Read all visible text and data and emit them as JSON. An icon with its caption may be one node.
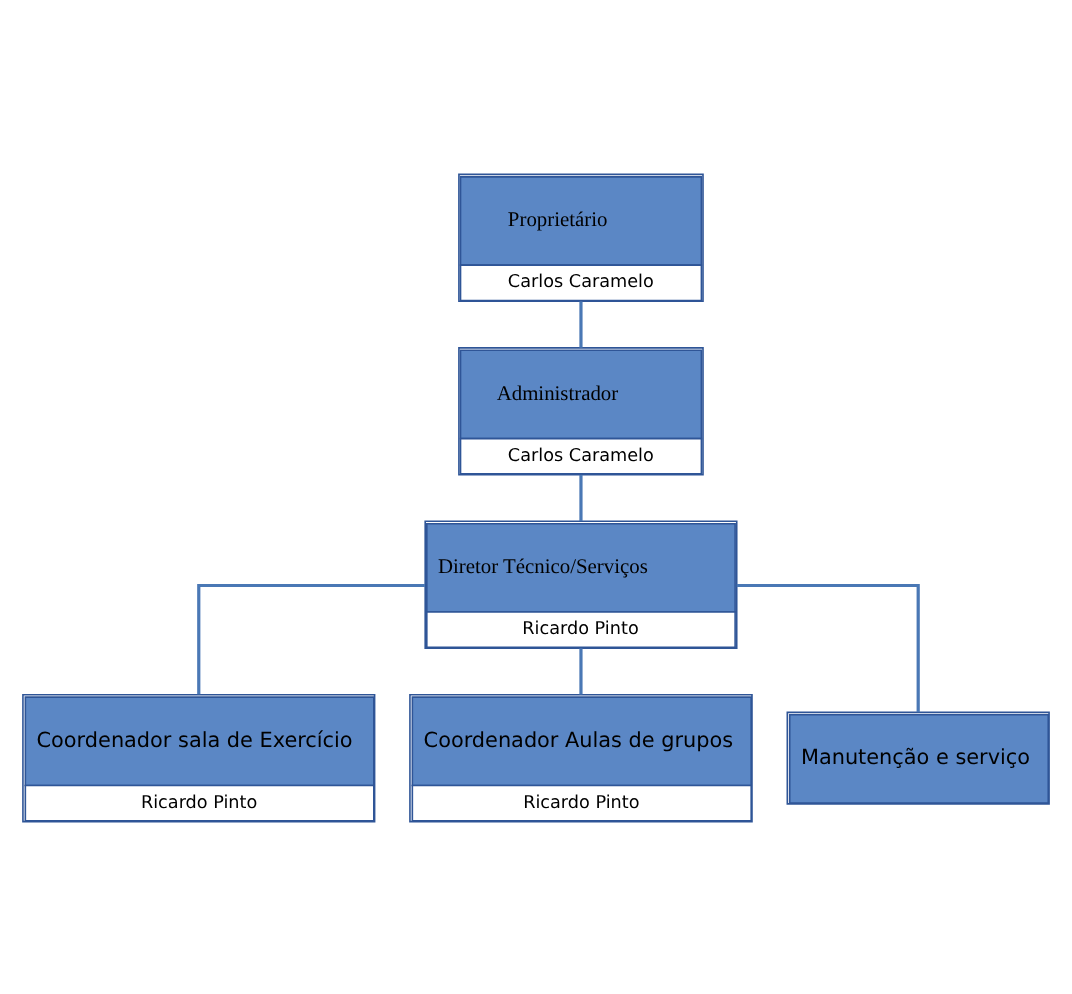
{
  "diagram": {
    "nodes": [
      {
        "text": [
          "Proprietário",
          "Carlos Caramelo"
        ]
      },
      {
        "text": [
          "Administrador",
          "Carlos Caramelo"
        ]
      },
      {
        "text": [
          "Diretor Técnico/Serviços",
          "Ricardo Pinto"
        ]
      },
      {
        "text": [
          "Coordenador sala de Exercício",
          "Ricardo Pinto"
        ]
      },
      {
        "text": [
          "Coordenador Aulas de grupos",
          "Ricardo Pinto"
        ]
      },
      {
        "text": [
          "Manutenção e serviço"
        ]
      }
    ],
    "edges": [
      {
        "from": 0,
        "to": 1,
        "arrow": "none"
      },
      {
        "from": 1,
        "to": 2,
        "arrow": "none"
      },
      {
        "from": 2,
        "to": 3,
        "arrow": "none"
      },
      {
        "from": 2,
        "to": 4,
        "arrow": "none"
      },
      {
        "from": 2,
        "to": 5,
        "arrow": "none"
      }
    ]
  }
}
